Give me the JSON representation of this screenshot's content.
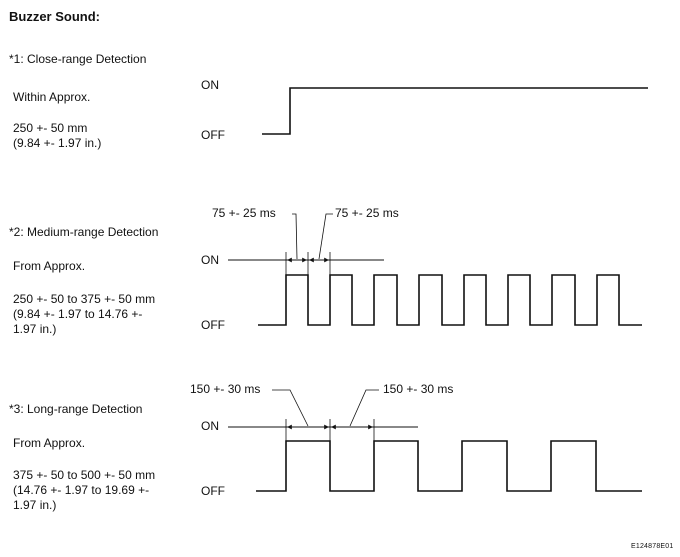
{
  "title": "Buzzer Sound:",
  "sections": [
    {
      "heading": "*1: Close-range Detection",
      "range_prefix": "Within Approx.",
      "range_line1": "250 +- 50 mm",
      "range_line2": "(9.84 +- 1.97 in.)",
      "range_line3": "",
      "on_label": "ON",
      "off_label": "OFF"
    },
    {
      "heading": "*2: Medium-range Detection",
      "range_prefix": "From Approx.",
      "range_line1": "250 +- 50 to 375 +- 50 mm",
      "range_line2": "(9.84 +- 1.97 to 14.76 +-",
      "range_line3": "1.97 in.)",
      "on_label": "ON",
      "off_label": "OFF",
      "timing_on": "75 +- 25 ms",
      "timing_off": "75 +- 25 ms"
    },
    {
      "heading": "*3: Long-range Detection",
      "range_prefix": "From Approx.",
      "range_line1": "375 +- 50 to 500 +- 50 mm",
      "range_line2": "(14.76 +- 1.97 to 19.69 +-",
      "range_line3": "1.97 in.)",
      "on_label": "ON",
      "off_label": "OFF",
      "timing_on": "150 +- 30 ms",
      "timing_off": "150 +- 30 ms"
    }
  ],
  "figure_code": "E124878E01"
}
